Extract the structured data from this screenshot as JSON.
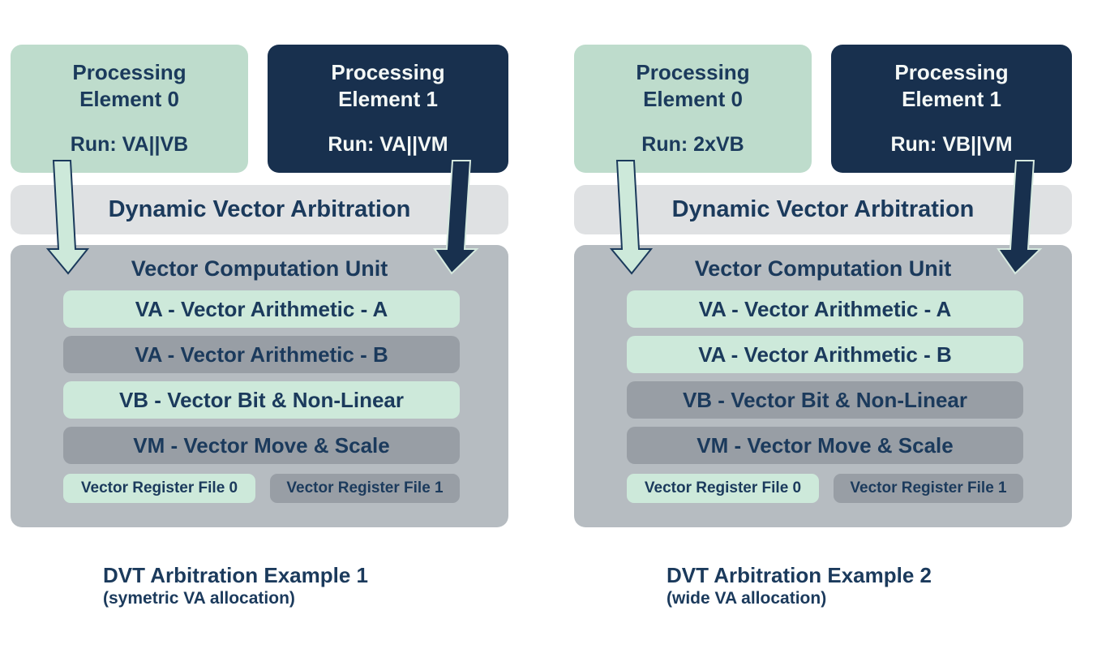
{
  "colors": {
    "mint": "#bedccc",
    "mint_light": "#cde9da",
    "navy": "#18304e",
    "text_navy": "#1b3a5c",
    "bar_gray": "#dfe1e3",
    "vcu_gray": "#b6bcc1",
    "row_gray": "#989ea5",
    "white_text": "#f4f8f6"
  },
  "diagrams": [
    {
      "pe0": {
        "title": "Processing Element 0",
        "run": "Run: VA||VB"
      },
      "pe1": {
        "title": "Processing Element 1",
        "run": "Run: VA||VM"
      },
      "arbitration_label": "Dynamic Vector Arbitration",
      "vcu": {
        "title": "Vector Computation Unit",
        "rows": [
          {
            "label": "VA - Vector Arithmetic - A",
            "highlight": true
          },
          {
            "label": "VA - Vector Arithmetic - B",
            "highlight": false
          },
          {
            "label": "VB - Vector Bit & Non-Linear",
            "highlight": true
          },
          {
            "label": "VM - Vector Move & Scale",
            "highlight": false
          }
        ],
        "register_files": [
          {
            "label": "Vector Register File 0",
            "highlight": true
          },
          {
            "label": "Vector Register File 1",
            "highlight": false
          }
        ]
      },
      "caption": {
        "title": "DVT Arbitration Example 1",
        "subtitle": "(symetric VA allocation)"
      }
    },
    {
      "pe0": {
        "title": "Processing Element 0",
        "run": "Run: 2xVB"
      },
      "pe1": {
        "title": "Processing Element 1",
        "run": "Run: VB||VM"
      },
      "arbitration_label": "Dynamic Vector Arbitration",
      "vcu": {
        "title": "Vector Computation Unit",
        "rows": [
          {
            "label": "VA - Vector Arithmetic - A",
            "highlight": true
          },
          {
            "label": "VA - Vector Arithmetic - B",
            "highlight": true
          },
          {
            "label": "VB - Vector Bit & Non-Linear",
            "highlight": false
          },
          {
            "label": "VM - Vector Move & Scale",
            "highlight": false
          }
        ],
        "register_files": [
          {
            "label": "Vector Register File 0",
            "highlight": true
          },
          {
            "label": "Vector Register File 1",
            "highlight": false
          }
        ]
      },
      "caption": {
        "title": "DVT Arbitration Example 2",
        "subtitle": "(wide VA allocation)"
      }
    }
  ]
}
